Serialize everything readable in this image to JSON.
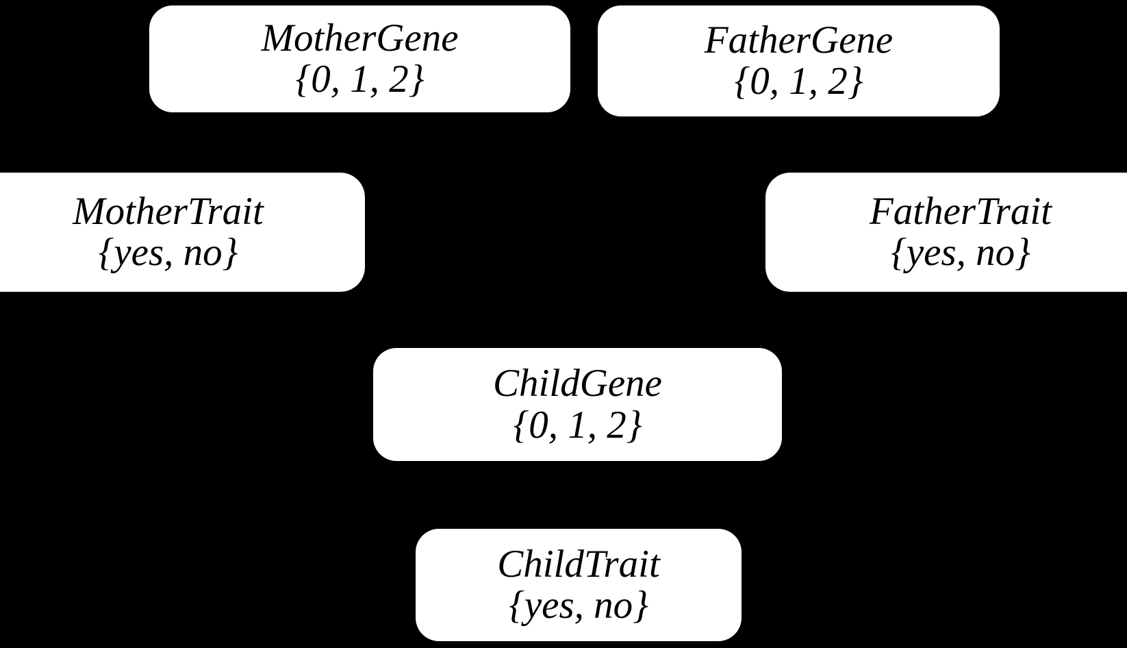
{
  "diagram": {
    "type": "bayesian-network",
    "background_color": "#000000",
    "node_fill_color": "#ffffff",
    "node_text_color": "#000000",
    "nodes": [
      {
        "id": "mother-gene",
        "name": "MotherGene",
        "domain": "{0, 1, 2}"
      },
      {
        "id": "father-gene",
        "name": "FatherGene",
        "domain": "{0, 1, 2}"
      },
      {
        "id": "mother-trait",
        "name": "MotherTrait",
        "domain": "{yes, no}"
      },
      {
        "id": "father-trait",
        "name": "FatherTrait",
        "domain": "{yes, no}"
      },
      {
        "id": "child-gene",
        "name": "ChildGene",
        "domain": "{0, 1, 2}"
      },
      {
        "id": "child-trait",
        "name": "ChildTrait",
        "domain": "{yes, no}"
      }
    ]
  }
}
